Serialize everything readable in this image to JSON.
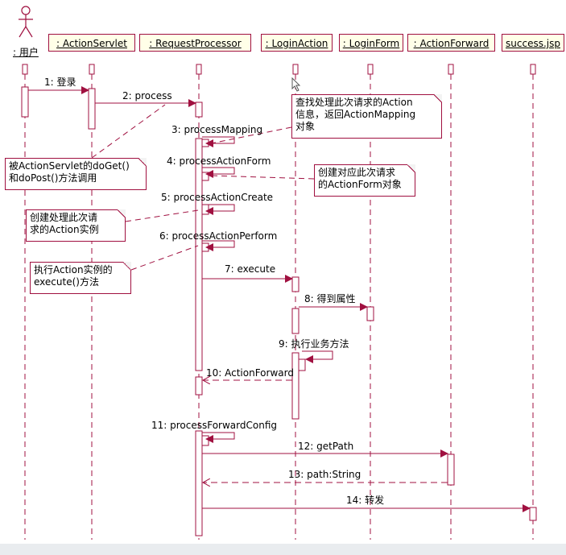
{
  "actors": [
    {
      "id": "user",
      "label": ": 用户",
      "is_actor": true
    },
    {
      "id": "servlet",
      "label": ": ActionServlet"
    },
    {
      "id": "rp",
      "label": ": RequestProcessor"
    },
    {
      "id": "login",
      "label": ": LoginAction"
    },
    {
      "id": "form",
      "label": ": LoginForm"
    },
    {
      "id": "forward",
      "label": ": ActionForward"
    },
    {
      "id": "jsp",
      "label": "success.jsp"
    }
  ],
  "messages": [
    {
      "n": "1",
      "label": "1: 登录",
      "kind": "call"
    },
    {
      "n": "2",
      "label": "2: process",
      "kind": "call"
    },
    {
      "n": "3",
      "label": "3: processMapping",
      "kind": "self"
    },
    {
      "n": "4",
      "label": "4: processActionForm",
      "kind": "self"
    },
    {
      "n": "5",
      "label": "5: processActionCreate",
      "kind": "self"
    },
    {
      "n": "6",
      "label": "6: processActionPerform",
      "kind": "self"
    },
    {
      "n": "7",
      "label": "7: execute",
      "kind": "call"
    },
    {
      "n": "8",
      "label": "8: 得到属性",
      "kind": "call"
    },
    {
      "n": "9",
      "label": "9: 执行业务方法",
      "kind": "self"
    },
    {
      "n": "10",
      "label": "10: ActionForward",
      "kind": "return"
    },
    {
      "n": "11",
      "label": "11: processForwardConfig",
      "kind": "self"
    },
    {
      "n": "12",
      "label": "12: getPath",
      "kind": "call"
    },
    {
      "n": "13",
      "label": "13: path:String",
      "kind": "return"
    },
    {
      "n": "14",
      "label": "14: 转发",
      "kind": "call"
    }
  ],
  "notes": [
    {
      "id": "note-doget",
      "text": "被ActionServlet的doGet()\n和doPost()方法调用"
    },
    {
      "id": "note-find-action",
      "text": "查找处理此次请求的Action\n信息，返回ActionMapping\n对象"
    },
    {
      "id": "note-create-form",
      "text": "创建对应此次请求\n的ActionForm对象"
    },
    {
      "id": "note-create-action",
      "text": "创建处理此次请\n求的Action实例"
    },
    {
      "id": "note-execute",
      "text": "执行Action实例的\nexecute()方法"
    }
  ],
  "colors": {
    "line": "#a01040",
    "header_fill": "#ffffe8",
    "note_border": "#a01040",
    "background": "#ffffff"
  },
  "icons": [
    "stick-figure-icon",
    "mouse-cursor-icon"
  ]
}
